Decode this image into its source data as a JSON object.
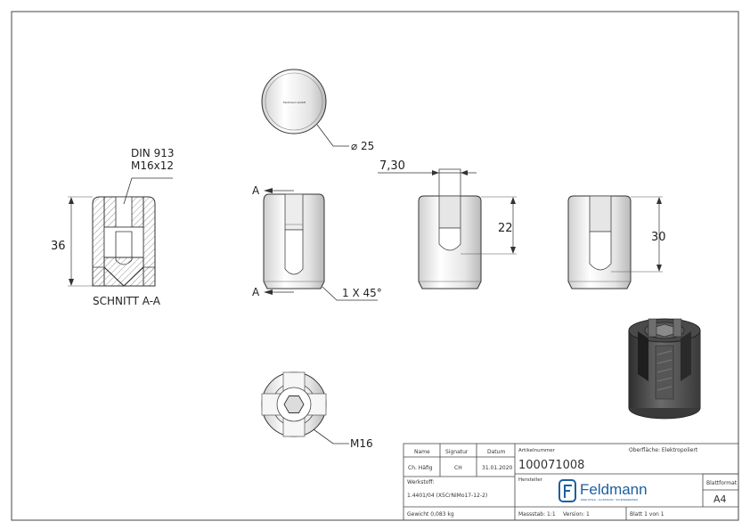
{
  "drawing": {
    "section_callout_line1": "DIN 913",
    "section_callout_line2": "M16x12",
    "section_height": "36",
    "section_label": "SCHNITT A-A",
    "section_marker": "A",
    "diameter": "⌀ 25",
    "chamfer": "1 X 45°",
    "slot_width": "7,30",
    "slot_depth_22": "22",
    "slot_depth_30": "30",
    "thread": "M16",
    "tiny_mark": "Feldmann GmbH"
  },
  "title_block": {
    "headers": {
      "name": "Name",
      "signature": "Signatur",
      "date": "Datum"
    },
    "name": "Ch. Häfig",
    "signature": "CH",
    "date": "31.01.2020",
    "material_label": "Werkstoff:",
    "material": "1.4401/04 (X5CrNiMo17-12-2)",
    "weight": "Gewicht 0,083 kg",
    "article_label": "Artikelnummer",
    "article_number": "100071008",
    "surface": "Oberfläche:  Elektropoliert",
    "manufacturer_label": "Hersteller",
    "logo_text": "Feldmann",
    "logo_subtext": "EDELSTAHL · ALUMINIUM · SCHMIEDEEISEN",
    "sheet_format_label": "Blattformat",
    "sheet_format": "A4",
    "scale": "Massstab: 1:1",
    "version": "Version: 1",
    "sheet": "Blatt 1 von 1"
  }
}
